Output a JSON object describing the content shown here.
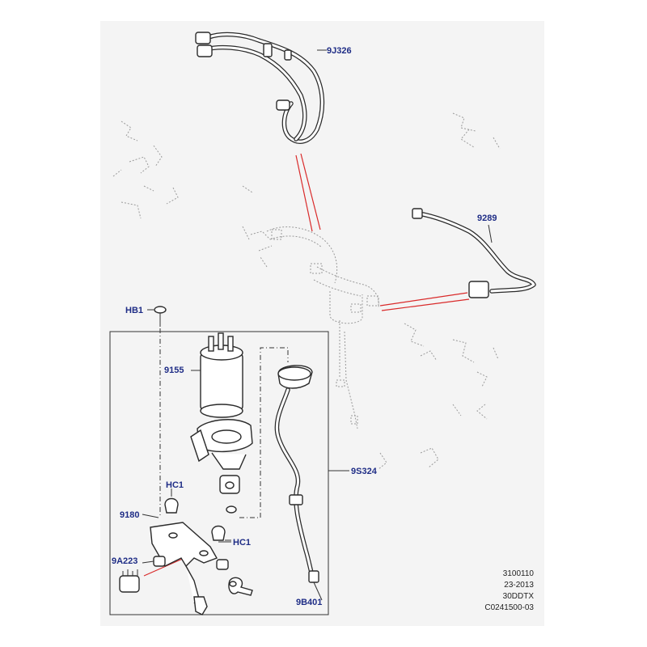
{
  "labels": {
    "l9J326": "9J326",
    "l9289": "9289",
    "lHB1": "HB1",
    "l9155": "9155",
    "l9S324": "9S324",
    "lHC1a": "HC1",
    "l9180": "9180",
    "lHC1b": "HC1",
    "l9A223": "9A223",
    "l9B401": "9B401"
  },
  "reference": {
    "line1": "3100110",
    "line2": "23-2013",
    "line3": "30DDTX",
    "line4": "C0241500-03"
  },
  "colors": {
    "label_text": "#1f2d86",
    "callout_red": "#d92a2a",
    "panel_bg": "#f4f4f4"
  }
}
